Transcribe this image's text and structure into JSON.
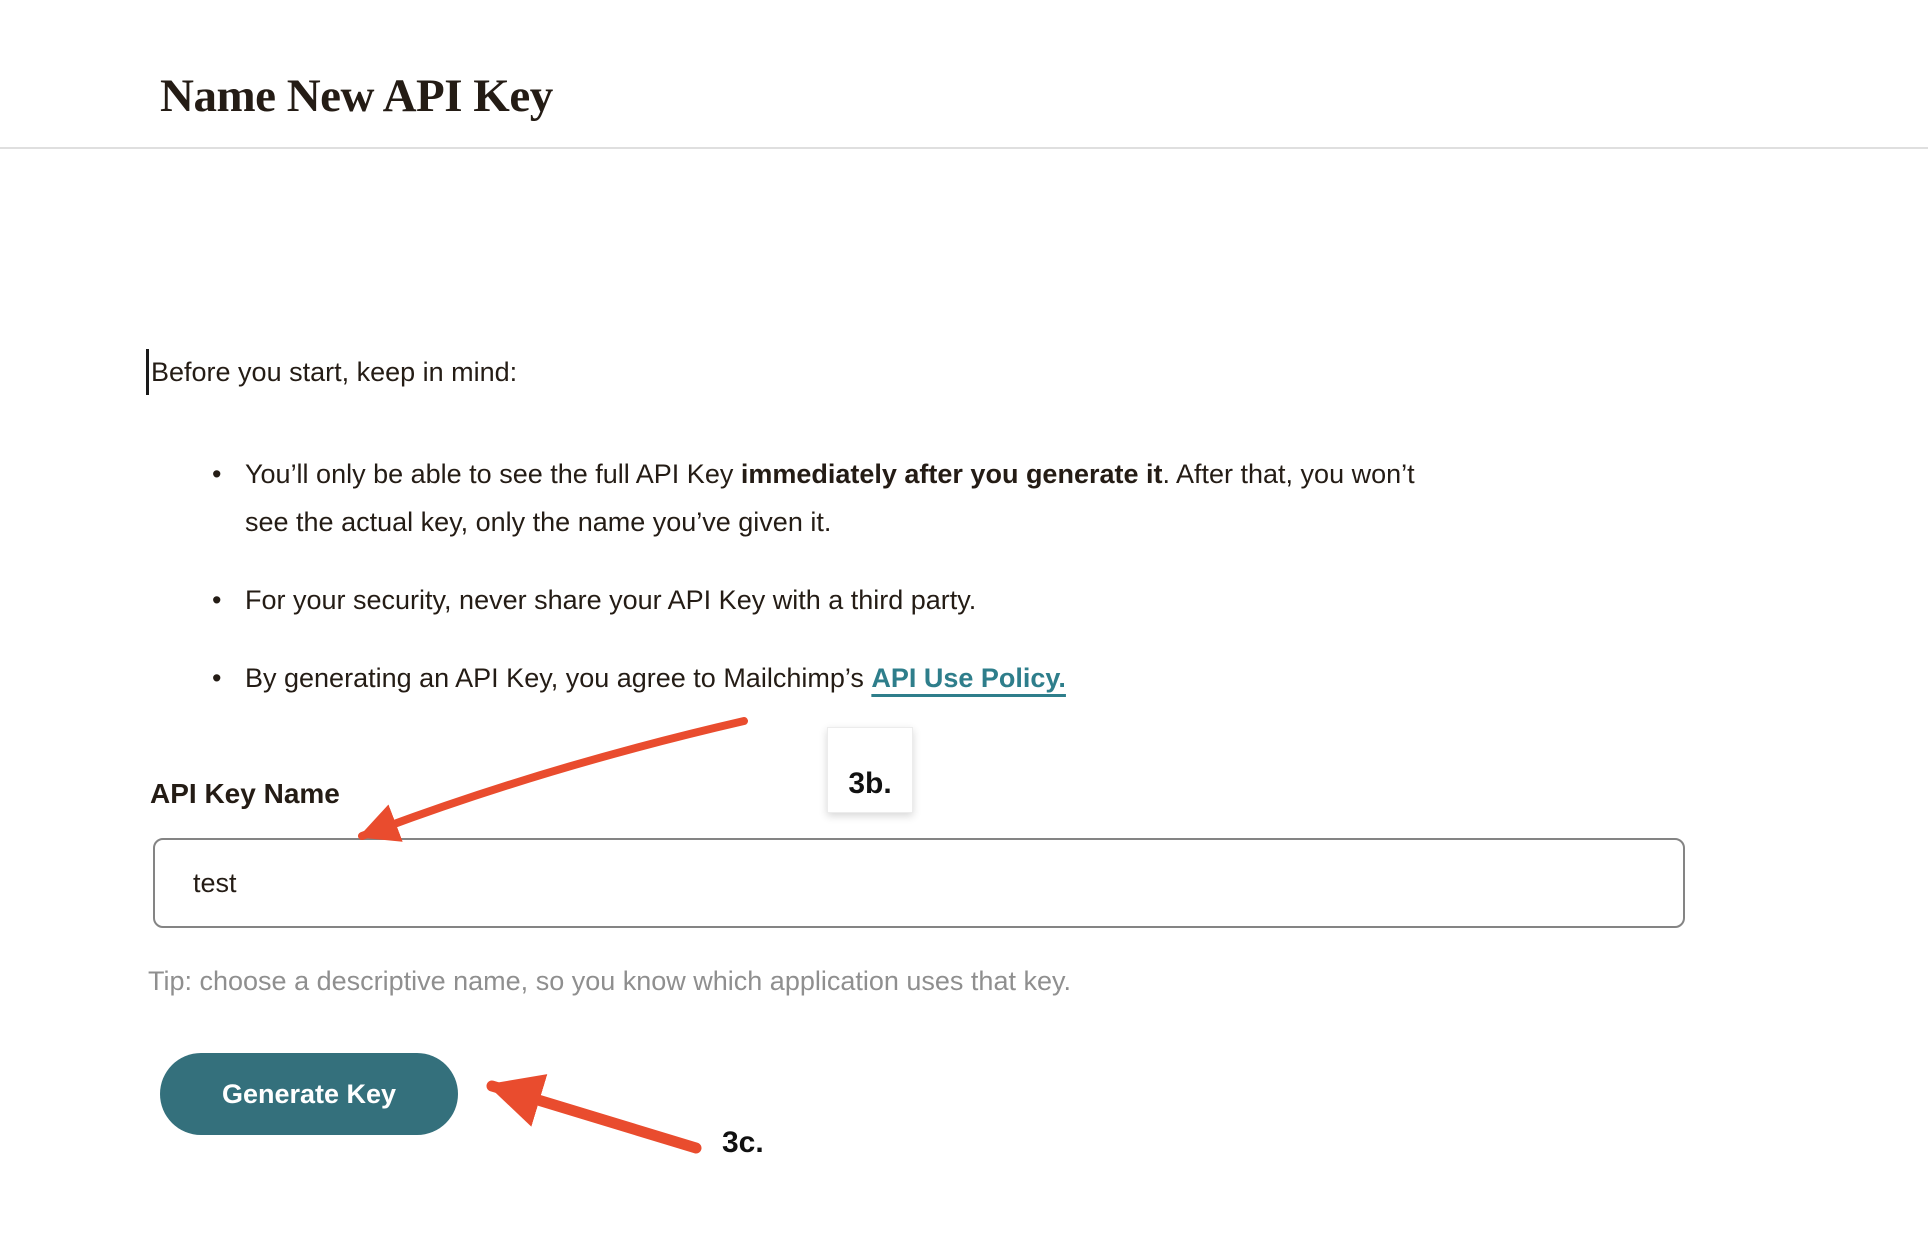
{
  "page": {
    "title": "Name New API Key"
  },
  "intro": {
    "text": "Before you start, keep in mind:"
  },
  "bullets": {
    "marker": "•",
    "item1": {
      "p0": "You’ll only be able to see the full API Key ",
      "p1": "immediately after you generate it",
      "p2": ". After that, you won’t",
      "p3": "see the actual key, only the name you’ve given it."
    },
    "item2": "For your security, never share your API Key with a third party.",
    "item3": {
      "pre": "By generating an API Key, you agree to Mailchimp’s ",
      "link": "API Use Policy."
    }
  },
  "form": {
    "label": "API Key Name",
    "input_value": "test",
    "tip": "Tip: choose a descriptive name, so you know which application uses that key.",
    "submit_label": "Generate Key"
  },
  "annotations": {
    "step_b": "3b.",
    "step_c": "3c.",
    "arrow_color": "#e94c2e"
  },
  "colors": {
    "accent_teal": "#34707c",
    "link_teal": "#2e7e8b",
    "text_dark": "#241c15",
    "tip_gray": "#8f8f8f",
    "divider": "#dfdfdf",
    "annotation_red": "#e94c2e"
  }
}
